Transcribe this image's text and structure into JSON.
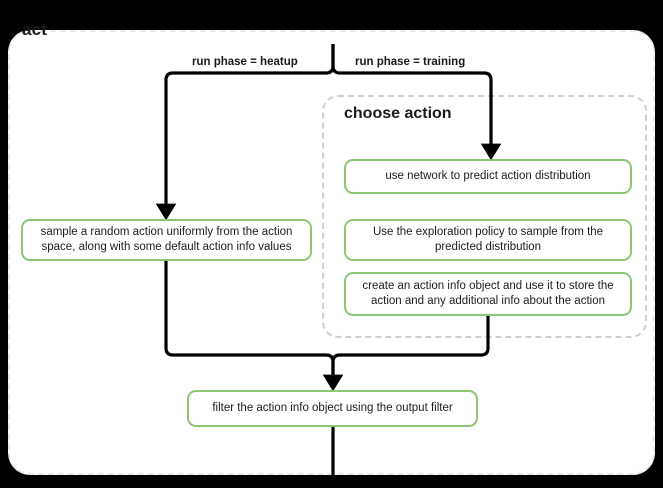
{
  "diagram": {
    "title": "act",
    "type": "flowchart",
    "background_color": "#000000",
    "surface_color": "#ffffff",
    "node_accent_color": "#8dc673",
    "group_border_color": "#cfcfcf"
  },
  "outer_group": {
    "label": "act"
  },
  "inner_group": {
    "label": "choose action"
  },
  "edge_labels": {
    "heatup": "run phase = heatup",
    "training": "run phase = training"
  },
  "nodes": {
    "sample_random": "sample a random action uniformly from the action space, along with some default action info values",
    "use_network": "use network to predict action distribution",
    "exploration_policy": "Use the exploration policy to sample from the predicted distribution",
    "create_action_info": "create an action info object and use it to store the action and any additional info about the action",
    "filter_output": "filter the action info object using the output filter"
  }
}
